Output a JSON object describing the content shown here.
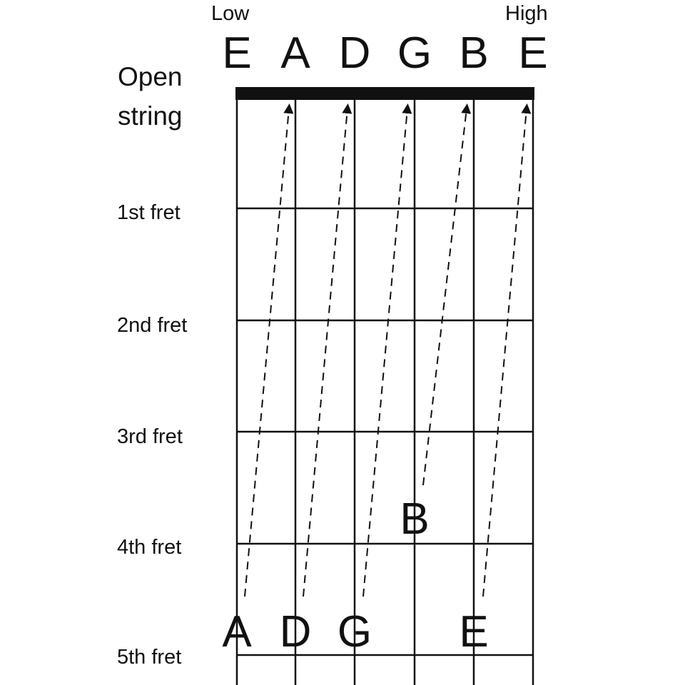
{
  "header": {
    "low_label": "Low",
    "high_label": "High",
    "strings": [
      "E",
      "A",
      "D",
      "G",
      "B",
      "E"
    ]
  },
  "open_label": [
    "Open",
    "string"
  ],
  "frets": [
    "1st fret",
    "2nd fret",
    "3rd fret",
    "4th fret",
    "5th fret"
  ],
  "tuning_notes": [
    {
      "label": "A",
      "string": 1,
      "fret": 5,
      "points_to_string": 2
    },
    {
      "label": "D",
      "string": 2,
      "fret": 5,
      "points_to_string": 3
    },
    {
      "label": "G",
      "string": 3,
      "fret": 5,
      "points_to_string": 4
    },
    {
      "label": "B",
      "string": 4,
      "fret": 4,
      "points_to_string": 5
    },
    {
      "label": "E",
      "string": 5,
      "fret": 5,
      "points_to_string": 6
    }
  ],
  "colors": {
    "ink": "#111111",
    "background": "#ffffff"
  }
}
